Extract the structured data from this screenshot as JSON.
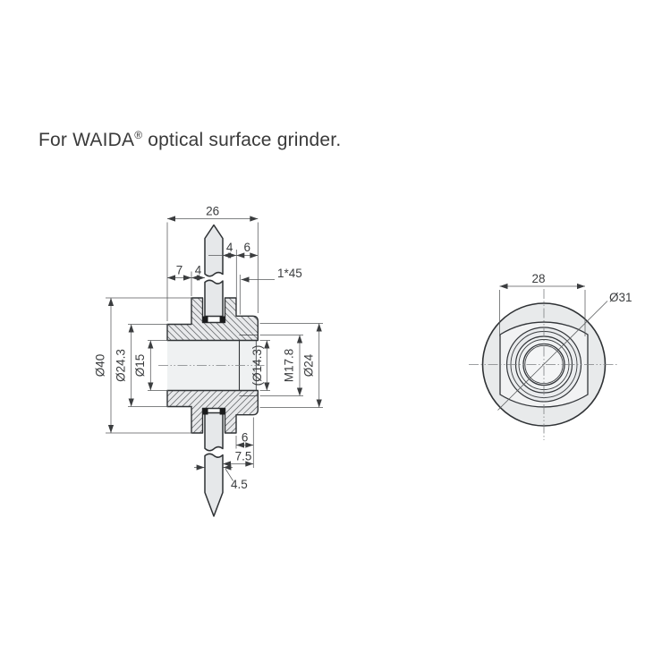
{
  "title": {
    "pre": "For WAIDA",
    "reg": "®",
    "post": " optical surface grinder."
  },
  "side_view": {
    "top_dims": {
      "overall": "26",
      "right_a": "4",
      "right_b": "6",
      "left_a": "7",
      "left_b": "4",
      "chamfer": "1*45"
    },
    "left_dims": {
      "flange": "Ø40",
      "hub": "Ø24.3",
      "bore": "Ø15"
    },
    "right_dims": {
      "bore_ref": "(Ø14.3)",
      "thread": "M17.8",
      "end": "Ø24"
    },
    "bottom_dims": {
      "hex_len": "6",
      "end_len": "7.5",
      "pin_width": "4.5"
    }
  },
  "front_view": {
    "across_flats": "28",
    "outer_dia": "Ø31"
  },
  "colors": {
    "outline": "#2f3235",
    "dim_line": "#56585a",
    "hatch_bg": "#e9eaec",
    "shaft_fill": "#e6e8ea",
    "bore_fill": "#eff1f2",
    "text": "#3b3d3f"
  }
}
